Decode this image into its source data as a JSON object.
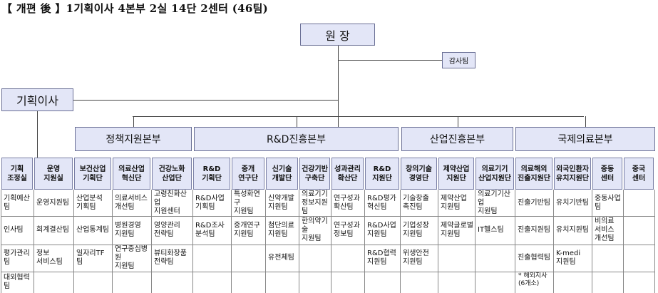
{
  "title": "【 개편 後 】1기획이사 4본부 2실 14단 2센터 (46팀)",
  "top": {
    "director": "원  장",
    "audit": "감사팀",
    "planning": "기획이사"
  },
  "divisions": [
    "정책지원본부",
    "R&D진흥본부",
    "산업진흥본부",
    "국제의료본부"
  ],
  "departments": [
    {
      "label": "기획\n조정실",
      "teams": [
        "기획예산팀",
        "인사팀",
        "평가관리팀",
        "대외협력팀"
      ]
    },
    {
      "label": "운영\n지원실",
      "teams": [
        "운영지원팀",
        "회계결산팀",
        "정보\n서비스팀"
      ]
    },
    {
      "label": "보건산업\n기획단",
      "teams": [
        "산업분석\n기획팀",
        "산업통계팀",
        "일자리TF팀"
      ]
    },
    {
      "label": "의료산업\n혁신단",
      "teams": [
        "의료서비스\n개선팀",
        "병원경영\n지원팀",
        "연구중심병원\n지원팀"
      ]
    },
    {
      "label": "건강노화\n산업단",
      "teams": [
        "고령친화산업\n지원센터",
        "영양관리\n전략팀",
        "뷰티화장품\n전략팀"
      ]
    },
    {
      "label": "R&D\n기획단",
      "teams": [
        "R&D사업\n기획팀",
        "R&D조사\n분석팀"
      ]
    },
    {
      "label": "중개\n연구단",
      "teams": [
        "특성화연구\n지원팀",
        "중개연구\n지원팀"
      ]
    },
    {
      "label": "신기술\n개발단",
      "teams": [
        "신약개발\n지원팀",
        "첨단의료\n지원팀",
        "유전체팀"
      ]
    },
    {
      "label": "건강기반\n구축단",
      "teams": [
        "의료기기\n정보지원팀",
        "한의약기술\n지원팀"
      ]
    },
    {
      "label": "성과관리\n확산단",
      "teams": [
        "연구성과\n확산팀",
        "연구성과\n정보팀"
      ]
    },
    {
      "label": "R&D\n지원단",
      "teams": [
        "R&D평가\n혁신팀",
        "R&D사업\n지원팀",
        "R&D협력\n지원팀"
      ]
    },
    {
      "label": "창의기술\n경영단",
      "teams": [
        "기술창출\n촉진팀",
        "기업성장\n지원팀",
        "위생안전\n지원팀"
      ]
    },
    {
      "label": "제약산업\n지원단",
      "teams": [
        "제약산업\n지원팀",
        "제약글로벌\n지원팀"
      ]
    },
    {
      "label": "의료기기\n산업지원단",
      "teams": [
        "의료기기산업\n지원팀",
        "IT헬스팀"
      ]
    },
    {
      "label": "의료해외\n진출지원단",
      "teams": [
        "진출기반팀",
        "진출지원팀",
        "진출협력팀"
      ],
      "note": "* 해외지사\n(6개소)"
    },
    {
      "label": "외국인환자\n유치지원단",
      "teams": [
        "유치기반팀",
        "유치지원팀",
        "K-medi\n지원팀"
      ]
    },
    {
      "label": "중동\n센터",
      "teams": [
        "중동사업팀",
        "비의료\n서비스\n개선팀"
      ]
    },
    {
      "label": "중국\n센터",
      "teams": []
    }
  ]
}
